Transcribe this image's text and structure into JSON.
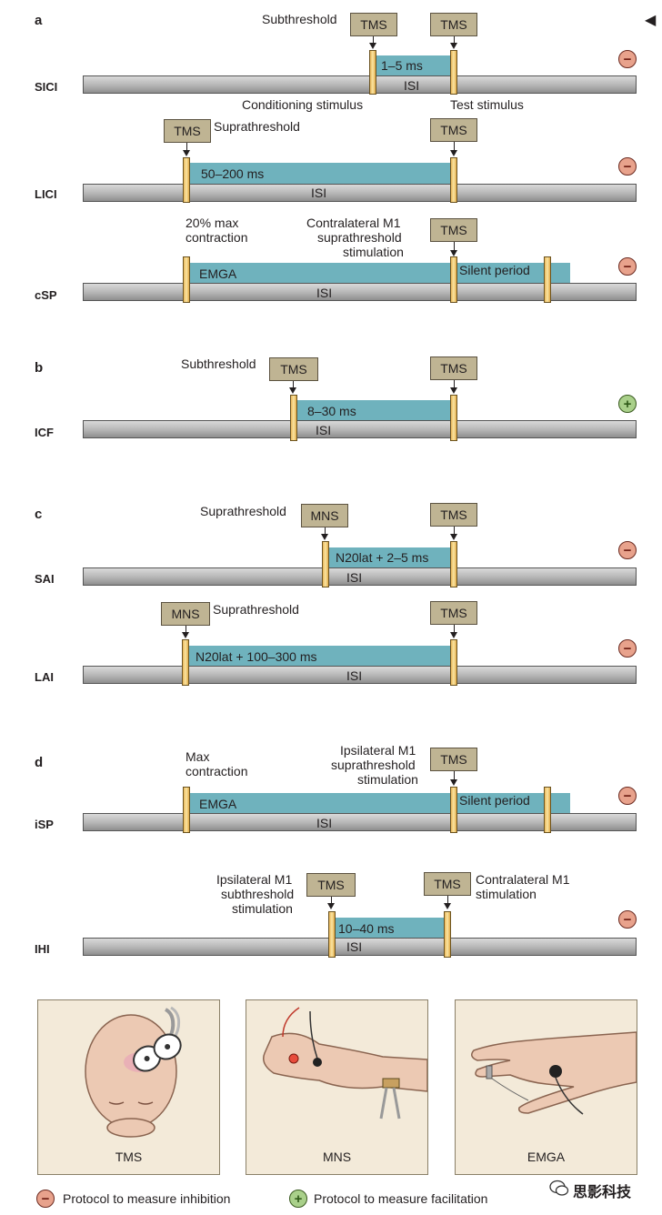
{
  "top_arrow": "◀",
  "sections": {
    "a": "a",
    "b": "b",
    "c": "c",
    "d": "d"
  },
  "common": {
    "tms": "TMS",
    "mns": "MNS",
    "isi": "ISI",
    "minus": "−",
    "plus": "+"
  },
  "sici": {
    "label": "SICI",
    "subthreshold": "Subthreshold",
    "interval": "1–5 ms",
    "conditioning": "Conditioning stimulus",
    "test": "Test stimulus"
  },
  "lici": {
    "label": "LICI",
    "suprathreshold": "Suprathreshold",
    "interval": "50–200 ms"
  },
  "csp": {
    "label": "cSP",
    "contraction_line1": "20% max",
    "contraction_line2": "contraction",
    "stim_line1": "Contralateral M1",
    "stim_line2": "suprathreshold",
    "stim_line3": "stimulation",
    "emga": "EMGA",
    "silent": "Silent period"
  },
  "icf": {
    "label": "ICF",
    "subthreshold": "Subthreshold",
    "interval": "8–30 ms"
  },
  "sai": {
    "label": "SAI",
    "suprathreshold": "Suprathreshold",
    "interval": "N20lat + 2–5 ms"
  },
  "lai": {
    "label": "LAI",
    "suprathreshold": "Suprathreshold",
    "interval": "N20lat + 100–300 ms"
  },
  "isp": {
    "label": "iSP",
    "contraction_line1": "Max",
    "contraction_line2": "contraction",
    "stim_line1": "Ipsilateral M1",
    "stim_line2": "suprathreshold",
    "stim_line3": "stimulation",
    "emga": "EMGA",
    "silent": "Silent period"
  },
  "ihi": {
    "label": "IHI",
    "cond_line1": "Ipsilateral M1",
    "cond_line2": "subthreshold",
    "cond_line3": "stimulation",
    "test_line1": "Contralateral M1",
    "test_line2": "stimulation",
    "interval": "10–40 ms"
  },
  "panels": {
    "tms": "TMS",
    "mns": "MNS",
    "emga": "EMGA"
  },
  "legend": {
    "inhibition": "Protocol to measure inhibition",
    "facilitation": "Protocol to measure facilitation",
    "watermark": "思影科技"
  }
}
